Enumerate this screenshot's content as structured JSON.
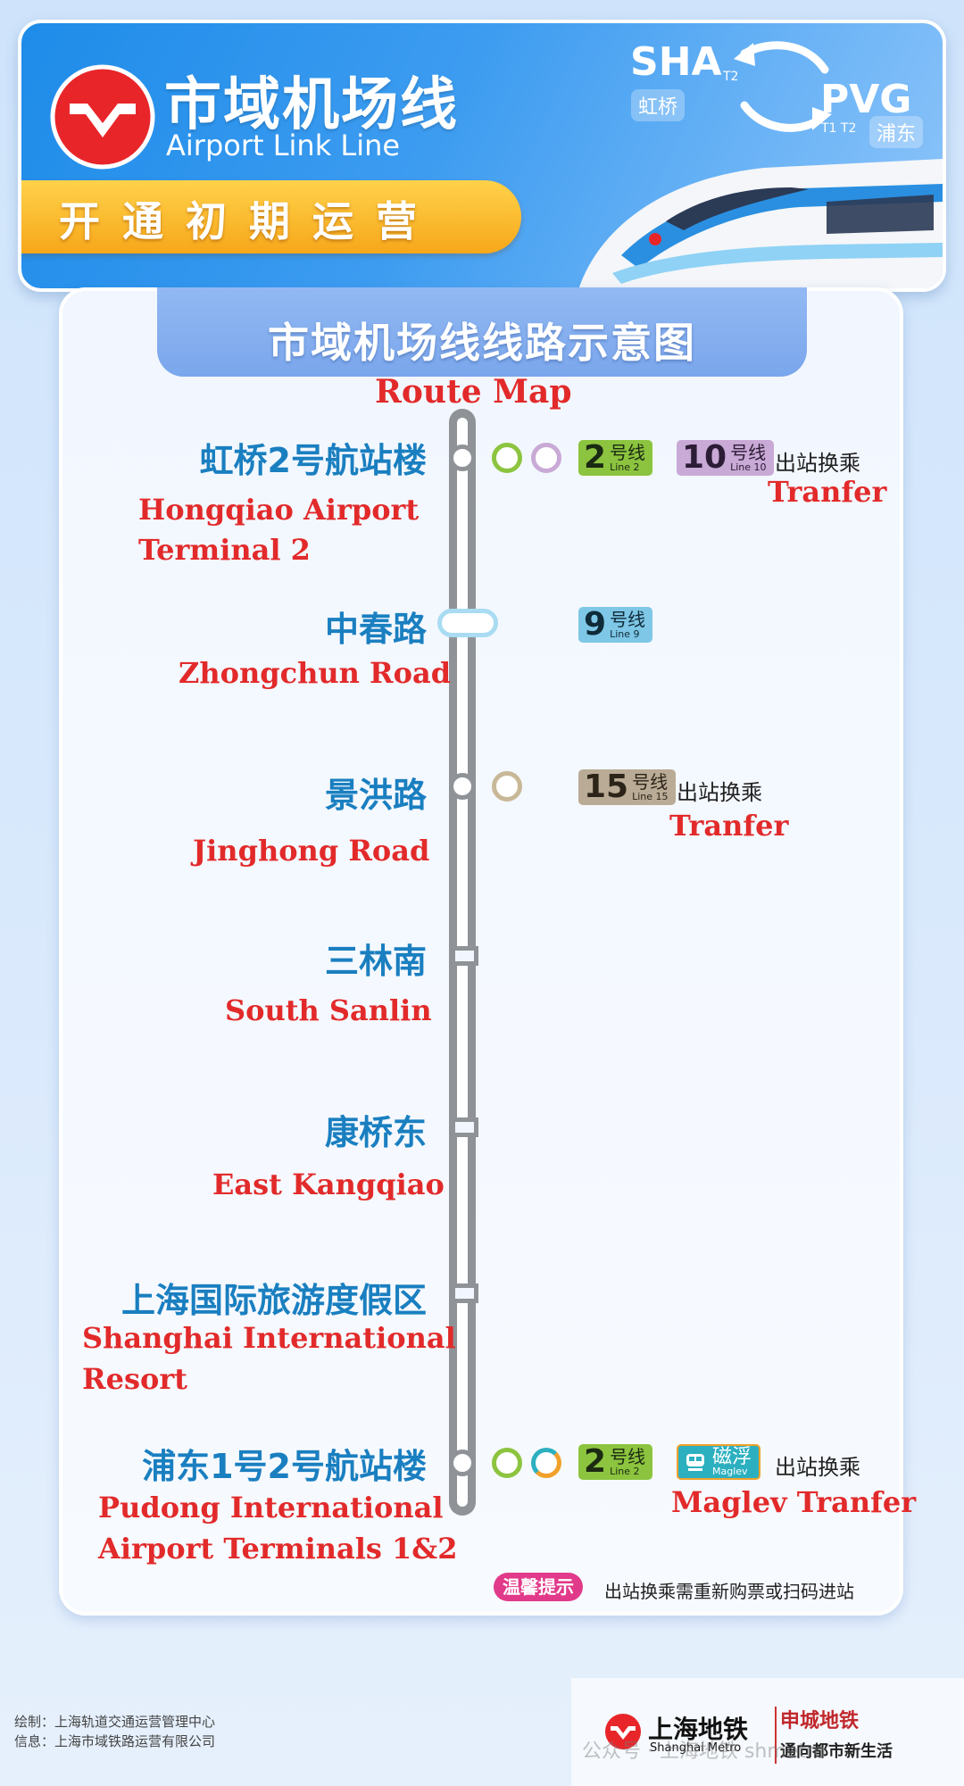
{
  "header": {
    "title_cn": "市域机场线",
    "title_en": "Airport Link Line",
    "banner": "开通初期运营",
    "sha": {
      "code": "SHA",
      "terminal": "T2",
      "name_cn": "虹桥"
    },
    "pvg": {
      "code": "PVG",
      "terminal": "T1 T2",
      "name_cn": "浦东"
    }
  },
  "map": {
    "title_cn": "市域机场线线路示意图",
    "title_en": "Route Map"
  },
  "stations": [
    {
      "cn": "虹桥2号航站楼",
      "en1": "Hongqiao Airport",
      "en2": "Terminal 2"
    },
    {
      "cn": "中春路",
      "en1": "Zhongchun Road",
      "en2": ""
    },
    {
      "cn": "景洪路",
      "en1": "Jinghong Road",
      "en2": ""
    },
    {
      "cn": "三林南",
      "en1": "South Sanlin",
      "en2": ""
    },
    {
      "cn": "康桥东",
      "en1": "East Kangqiao",
      "en2": ""
    },
    {
      "cn": "上海国际旅游度假区",
      "en1": "Shanghai International",
      "en2": "Resort"
    },
    {
      "cn": "浦东1号2号航站楼",
      "en1": "Pudong International",
      "en2": "Airport Terminals 1&2"
    }
  ],
  "badges": {
    "line2": {
      "num": "2",
      "cn": "号线",
      "en": "Line 2",
      "color": "#8cc43f"
    },
    "line10": {
      "num": "10",
      "cn": "号线",
      "en": "Line 10",
      "color": "#c9a9d6"
    },
    "line9": {
      "num": "9",
      "cn": "号线",
      "en": "Line 9",
      "color": "#7ec7e6"
    },
    "line15": {
      "num": "15",
      "cn": "号线",
      "en": "Line 15",
      "color": "#b9ab95"
    },
    "maglev": {
      "cn": "磁浮",
      "en": "Maglev",
      "color": "#2cb0c0"
    }
  },
  "transfers": {
    "out_station_cn": "出站换乘",
    "tranfer_en": "Tranfer",
    "maglev_en": "Maglev Tranfer"
  },
  "tip": {
    "label": "温馨提示",
    "text": "出站换乘需重新购票或扫码进站"
  },
  "footer": {
    "drawn_by": "绘制：上海轨道交通运营管理中心",
    "info": "信息：上海市域铁路运营有限公司",
    "brand_cn": "上海地铁",
    "brand_en": "Shanghai Metro",
    "slogan_1": "申城地铁",
    "slogan_2": "通向都市新生活",
    "watermark": "公众号 · 上海地铁 shmetro"
  }
}
